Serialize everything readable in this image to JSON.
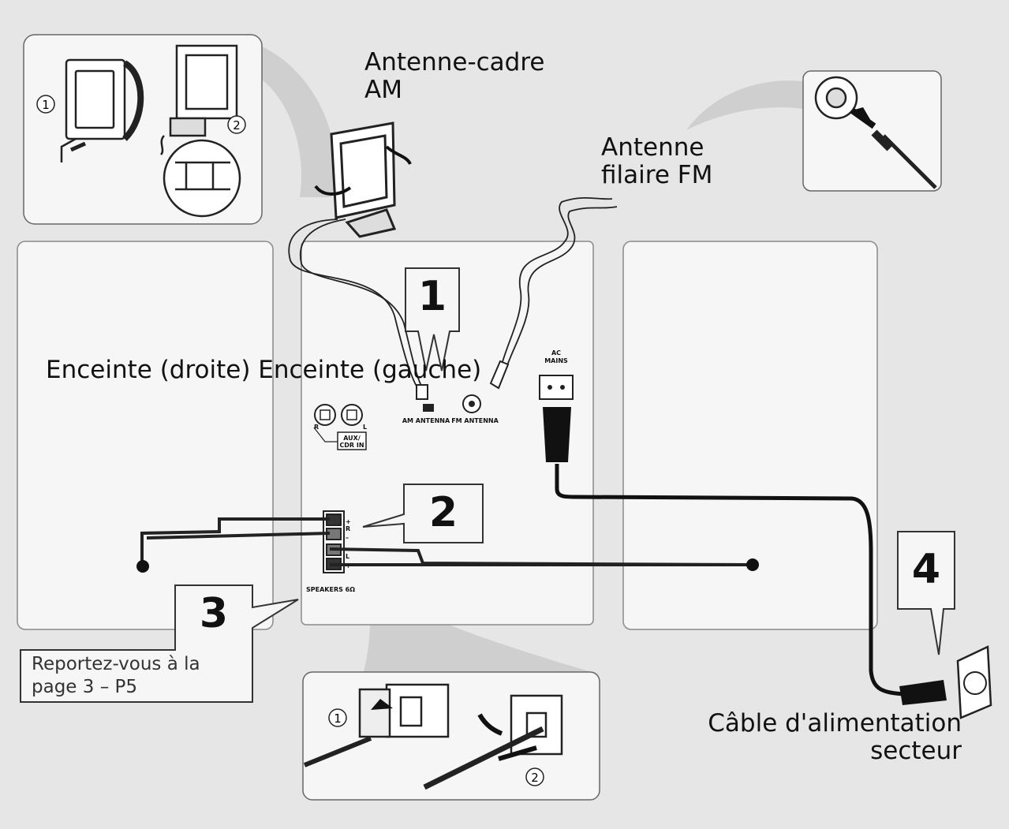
{
  "labels": {
    "am_antenna": [
      "Antenne-cadre",
      "AM"
    ],
    "fm_antenna": [
      "Antenne",
      "filaire FM"
    ],
    "speakers": "Enceinte (droite) Enceinte (gauche)",
    "refer": [
      "Reportez-vous à la",
      "page 3 – P5"
    ],
    "mains_cable": [
      "Câble d'alimentation",
      "secteur"
    ]
  },
  "steps": [
    "1",
    "2",
    "3",
    "4"
  ],
  "panel": {
    "am_antenna": "AM ANTENNA",
    "fm_antenna": "FM ANTENNA",
    "ac_mains": [
      "AC",
      "MAINS"
    ],
    "aux": [
      "AUX/",
      "CDR IN"
    ],
    "speakers": "SPEAKERS 6Ω",
    "r": "R",
    "l": "L",
    "plus": "+",
    "minus": "–"
  },
  "markers": {
    "one": "1",
    "two": "2"
  },
  "colors": {
    "background": "#e6e6e6",
    "box": "#f6f6f6",
    "line": "#222222",
    "bubble": "#cfcfcf"
  }
}
